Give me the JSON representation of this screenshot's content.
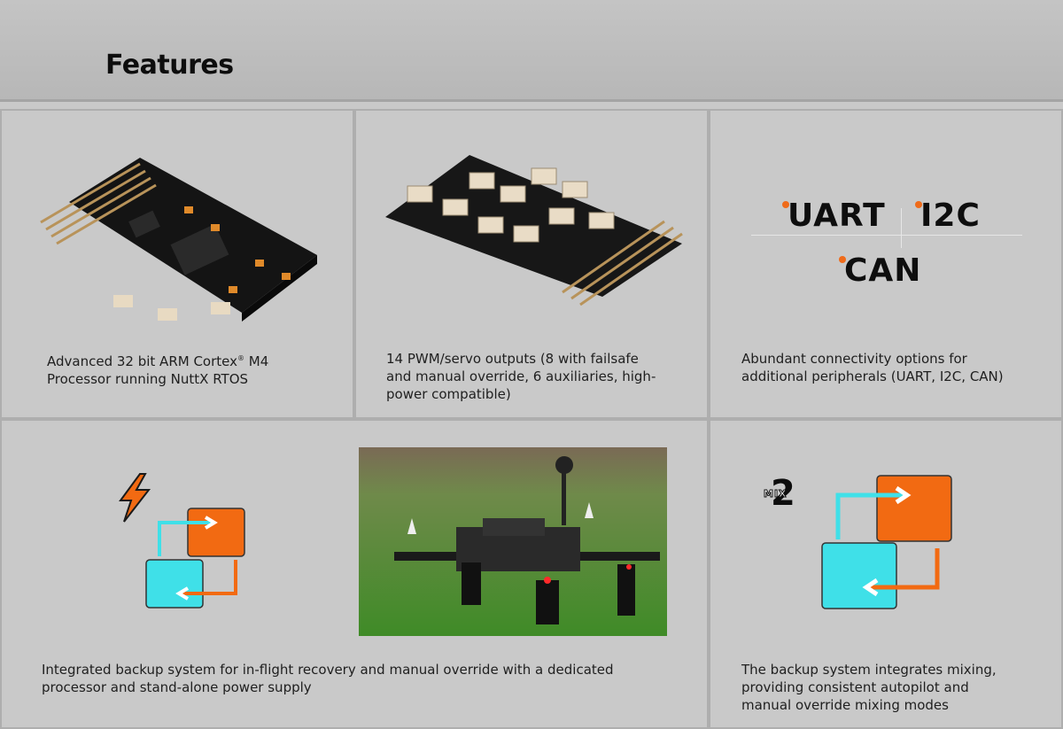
{
  "header": {
    "title": "Features"
  },
  "cards": [
    {
      "caption_parts": [
        "Advanced 32 bit ARM Cortex",
        "®",
        " M4"
      ],
      "caption_line2": "Processor running NuttX RTOS"
    },
    {
      "caption_line1": "14 PWM/servo outputs (8 with failsafe",
      "caption_line2": "and manual override, 6 auxiliaries, high-",
      "caption_line3": "power compatible)"
    },
    {
      "protocols": [
        "UART",
        "I2C",
        "CAN"
      ],
      "caption_line1": "Abundant connectivity options for",
      "caption_line2": "additional peripherals (UART, I2C, CAN)"
    },
    {
      "caption_line1": "Integrated backup system for in-flight recovery and manual override with a dedicated",
      "caption_line2": "processor and stand-alone power supply"
    },
    {
      "mix_badge_number": "2",
      "mix_badge_text": "MIX",
      "caption_line1": "The backup system integrates mixing,",
      "caption_line2": "providing consistent autopilot and",
      "caption_line3": "manual override mixing modes"
    }
  ],
  "colors": {
    "accent_orange": "#f26a12",
    "accent_cyan": "#3fe0e8",
    "background": "#c9c9c9"
  },
  "icons": [
    "lightning-icon",
    "backup-switch-icon",
    "mix-icon"
  ]
}
